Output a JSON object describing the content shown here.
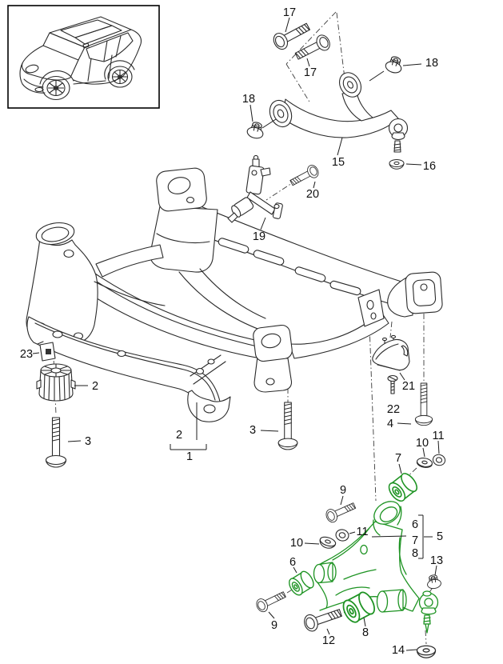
{
  "diagram": {
    "type": "exploded-parts-diagram",
    "background": "#ffffff",
    "line_color": "#2a2a2a",
    "highlight_color": "#1d9322",
    "label_color": "#101010"
  },
  "thumbnail": {
    "icon": "suv-vehicle-line-art"
  },
  "callouts": {
    "c1": "1",
    "c2a": "2",
    "c2b": "2",
    "c3a": "3",
    "c3b": "3",
    "c4": "4",
    "c5": "5",
    "c6a": "6",
    "c6b": "6",
    "c7a": "7",
    "c7b": "7",
    "c8a": "8",
    "c8b": "8",
    "c9a": "9",
    "c9b": "9",
    "c10a": "10",
    "c10b": "10",
    "c11a": "11",
    "c11b": "11",
    "c12": "12",
    "c13": "13",
    "c14": "14",
    "c15": "15",
    "c16": "16",
    "c17a": "17",
    "c17b": "17",
    "c18a": "18",
    "c18b": "18",
    "c19": "19",
    "c20": "20",
    "c21": "21",
    "c22": "22",
    "c23": "23"
  }
}
